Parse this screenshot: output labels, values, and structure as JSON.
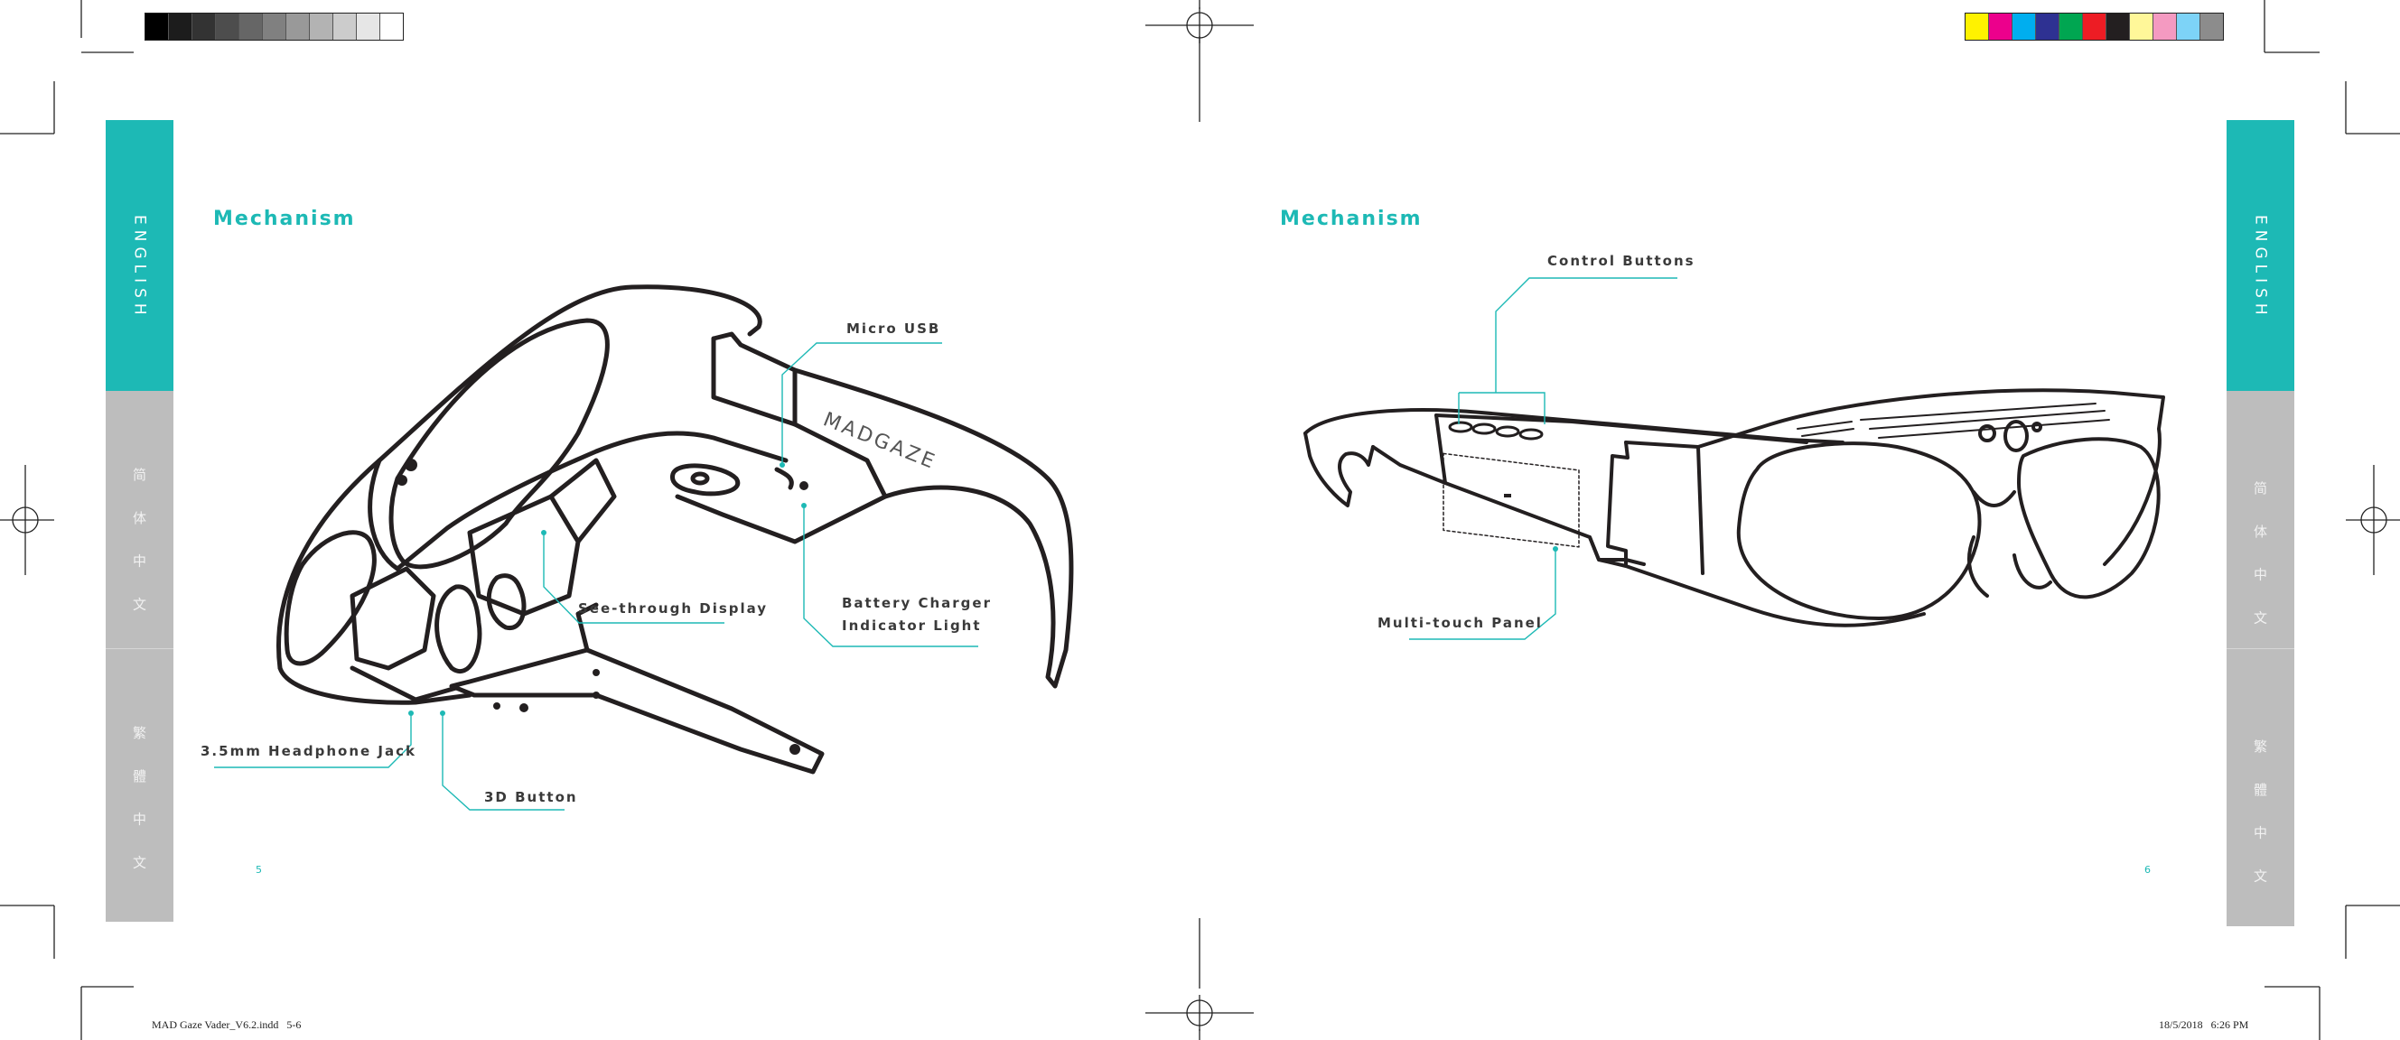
{
  "left_page": {
    "title": "Mechanism",
    "page_number": "5",
    "callouts": {
      "micro_usb": "Micro USB",
      "see_through": "See-through Display",
      "battery_line1": "Battery Charger",
      "battery_line2": "Indicator Light",
      "headphone": "3.5mm Headphone Jack",
      "button_3d": "3D Button"
    },
    "glasses_logo": "MADGAZE"
  },
  "right_page": {
    "title": "Mechanism",
    "page_number": "6",
    "callouts": {
      "control_buttons": "Control Buttons",
      "touch_panel": "Multi-touch Panel"
    }
  },
  "side_tabs": {
    "english": "ENGLISH",
    "simplified": "简 体 中 文",
    "traditional": "繁 體 中 文"
  },
  "slug": {
    "file": "MAD Gaze Vader_V6.2.indd   5-6",
    "date": "18/5/2018   6:26 PM"
  },
  "colors": {
    "accent": "#1db9b5",
    "tab_gray": "#bdbdbd",
    "gray_ramp": [
      "#000000",
      "#1c1c1c",
      "#333333",
      "#4d4d4d",
      "#666666",
      "#808080",
      "#999999",
      "#b3b3b3",
      "#cccccc",
      "#e6e6e6",
      "#ffffff"
    ],
    "color_bar": [
      "#fff200",
      "#ec008c",
      "#00aeef",
      "#2e3192",
      "#00a651",
      "#ed1c24",
      "#231f20",
      "#fff799",
      "#f49ac1",
      "#7dd3f7",
      "#8c8c8c"
    ]
  }
}
